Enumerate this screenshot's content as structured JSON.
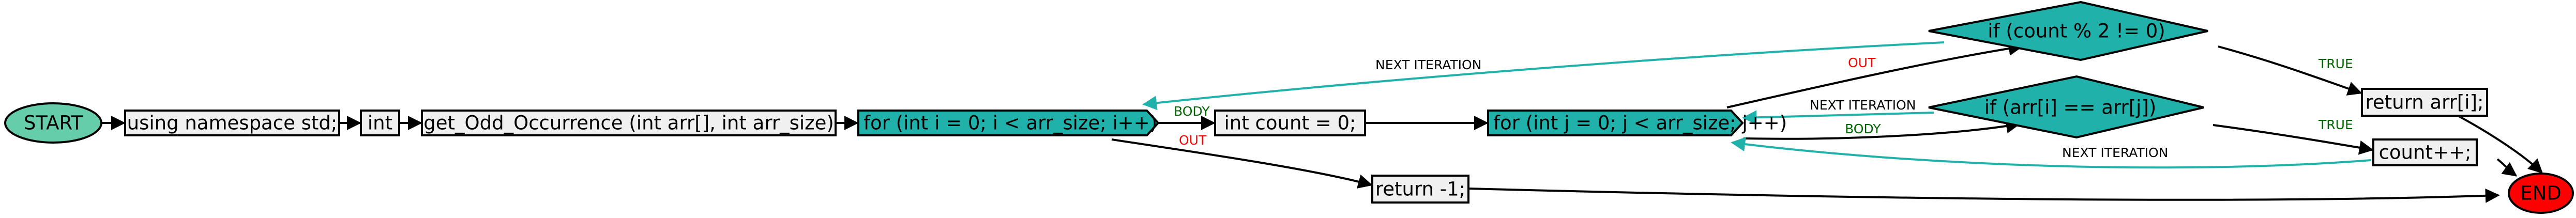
{
  "nodes": {
    "start": "START",
    "using": "using namespace std;",
    "int": "int",
    "func": "get_Odd_Occurrence (int arr[], int arr_size)",
    "for_i": "for (int i = 0; i < arr_size; i++)",
    "count_init": "int count = 0;",
    "for_j": "for (int j = 0; j < arr_size; j++)",
    "if_count": "if (count % 2 != 0)",
    "if_arr": "if (arr[i] == arr[j])",
    "return_arr": "return arr[i];",
    "count_inc": "count++;",
    "return_neg": "return -1;",
    "end": "END"
  },
  "edges": {
    "body_i": "BODY",
    "out_i": "OUT",
    "next_iter_i": "NEXT ITERATION",
    "out_j": "OUT",
    "next_iter_j": "NEXT ITERATION",
    "body_j": "BODY",
    "true_count": "TRUE",
    "true_arr": "TRUE",
    "next_iter_inc": "NEXT ITERATION"
  },
  "colors": {
    "start": "#66cdaa",
    "loop": "#20b2aa",
    "end": "#ff0000",
    "box": "#f0f0f0",
    "teal_edge": "#20b2aa",
    "label_red": "#ff0000",
    "label_green": "#006400"
  }
}
